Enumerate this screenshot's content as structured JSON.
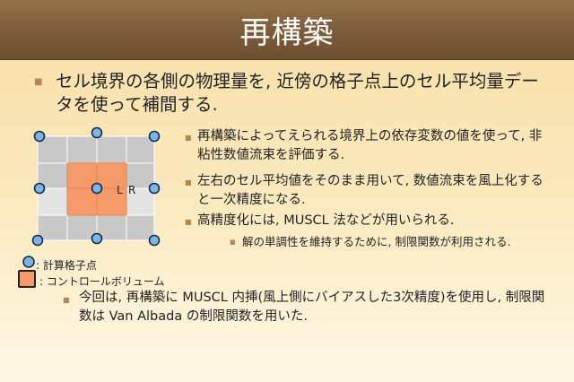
{
  "title": "再構築",
  "bullets": {
    "main": "セル境界の各側の物理量を, 近傍の格子点上のセル平均量データを使って補間する.",
    "sub1": "再構築によってえられる境界上の依存変数の値を使って, 非粘性数値流束を評価する.",
    "sub2": "左右のセル平均値をそのまま用いて, 数値流束を風上化すると一次精度になる.",
    "sub3": "高精度化には, MUSCL 法などが用いられる.",
    "sub3a": "解の単調性を維持するために, 制限関数が利用される.",
    "note": "今回は, 再構築に MUSCL 内挿(風上側にバイアスした3次精度)を使用し, 制限関数は Van Albada の制限関数を用いた."
  },
  "diagram": {
    "label_left": "L",
    "label_right": "R",
    "colors": {
      "grid_fill": "#c8c8c8",
      "grid_center": "#e4e4e4",
      "control_volume": "#f59a6a",
      "node": "#7ab5e6",
      "node_stroke": "#1a2a4a"
    }
  },
  "legend": {
    "node_label": ": 計算格子点",
    "volume_label": ": コントロールボリューム"
  }
}
